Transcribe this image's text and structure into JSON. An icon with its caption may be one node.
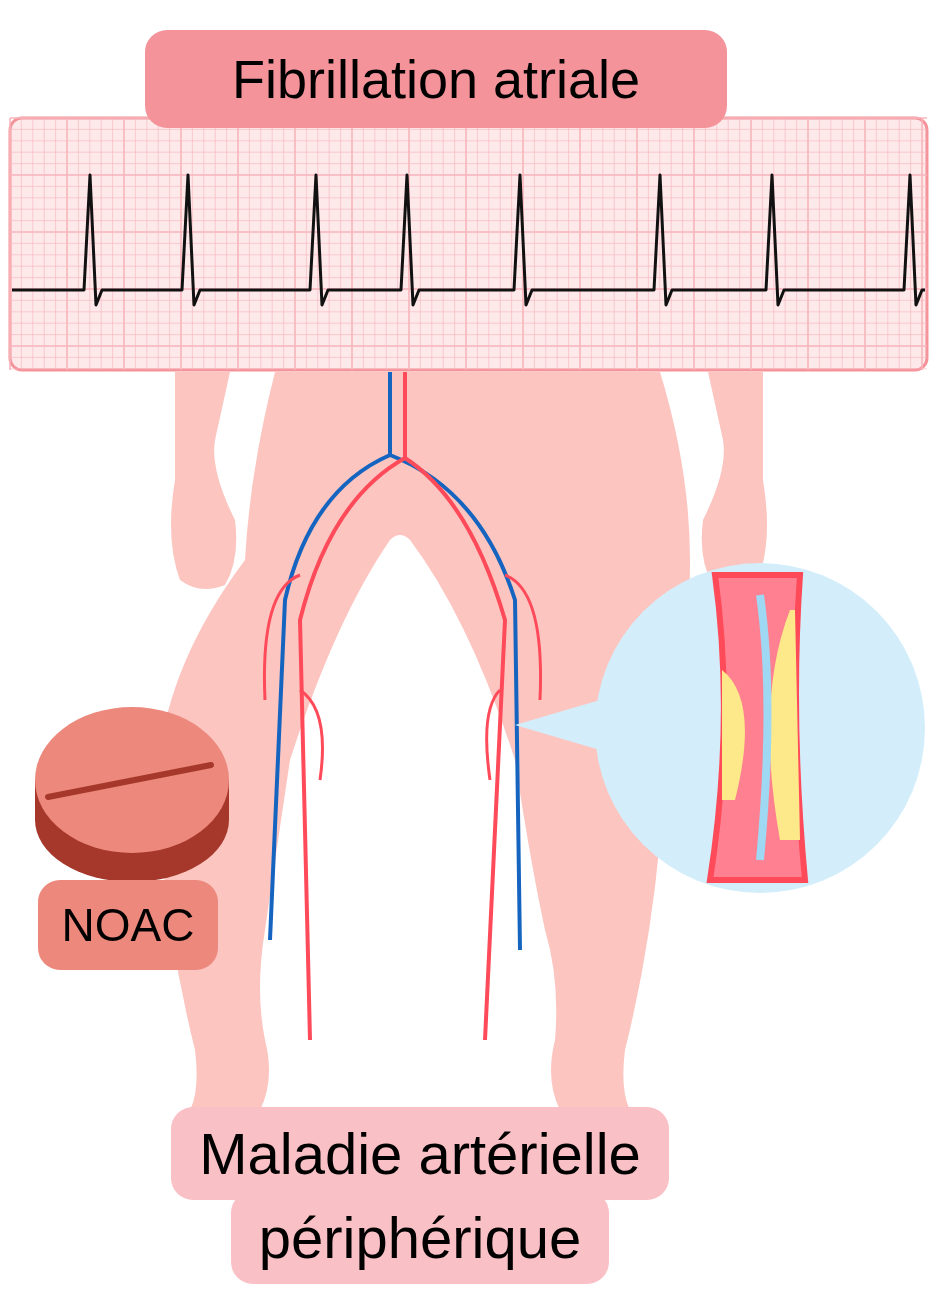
{
  "diagram": {
    "nodes": [
      {
        "text": [
          "Fibrillation atriale"
        ]
      },
      {
        "text": [
          "NOAC"
        ]
      },
      {
        "text": [
          "Maladie artérielle périphérique"
        ]
      }
    ]
  }
}
